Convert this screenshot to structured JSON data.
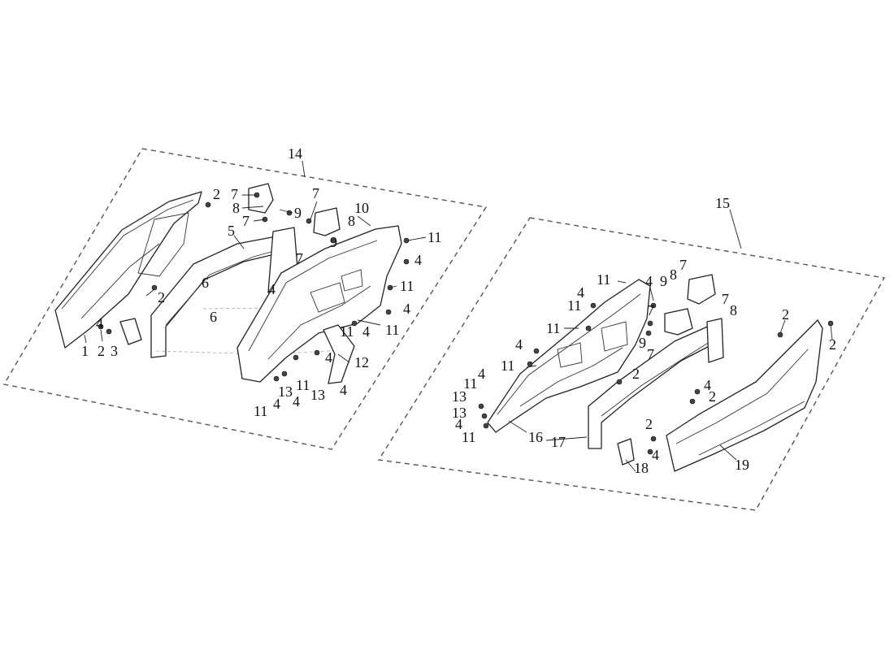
{
  "diagram": {
    "title": "",
    "assemblies": [
      {
        "id": "14",
        "label": "14"
      },
      {
        "id": "15",
        "label": "15"
      }
    ],
    "callouts_left": [
      "14",
      "2",
      "7",
      "8",
      "7",
      "9",
      "7",
      "7",
      "8",
      "10",
      "9",
      "5",
      "7",
      "11",
      "4",
      "2",
      "6",
      "4",
      "11",
      "6",
      "4",
      "11",
      "11",
      "4",
      "1",
      "2",
      "3",
      "4",
      "11",
      "12",
      "11",
      "4",
      "13",
      "11",
      "13",
      "4"
    ],
    "callouts_right": [
      "15",
      "11",
      "4",
      "7",
      "9",
      "8",
      "4",
      "11",
      "7",
      "8",
      "11",
      "9",
      "7",
      "2",
      "2",
      "4",
      "11",
      "2",
      "11",
      "4",
      "4",
      "2",
      "13",
      "13",
      "4",
      "11",
      "16",
      "17",
      "2",
      "4",
      "18",
      "19",
      "7"
    ]
  },
  "colors": {
    "line": "#222222",
    "dash": "#555555",
    "background": "#ffffff"
  }
}
